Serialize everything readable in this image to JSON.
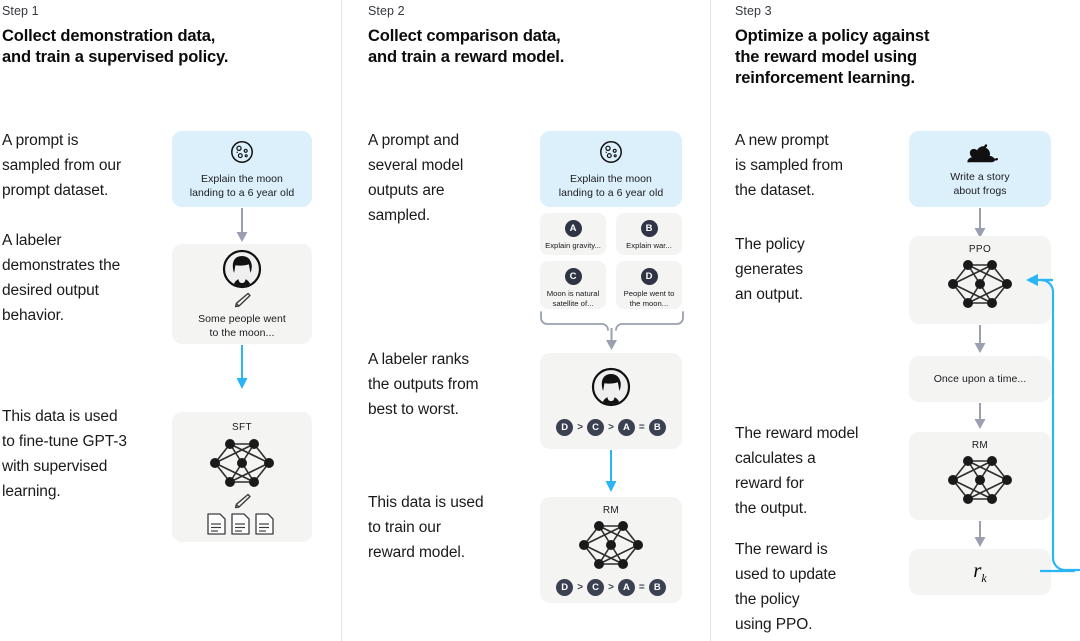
{
  "theme": {
    "prompt_box_color": "#dcf0fb",
    "grey_box_color": "#f4f4f2",
    "accent_blue": "#29b5f6",
    "arrow_grey": "#9aa0b0",
    "badge_dark": "#2f3545",
    "divider": "#e3e3e3"
  },
  "steps": [
    {
      "label": "Step 1",
      "title_line1": "Collect demonstration data,",
      "title_line2": "and train a supervised policy.",
      "paragraphs": [
        "A prompt is\nsampled from our\nprompt dataset.",
        "A labeler\ndemonstrates the\ndesired output\nbehavior.",
        "This data is used\nto fine-tune GPT-3\nwith supervised\nlearning."
      ],
      "prompt_card": {
        "icon": "moon-icon",
        "text_line1": "Explain the moon",
        "text_line2": "landing to a 6 year old"
      },
      "labeler_card": {
        "icon": "person-icon",
        "pencil": "pencil-icon",
        "text_line1": "Some people went",
        "text_line2": "to the moon..."
      },
      "model_card": {
        "label": "SFT",
        "network": "neural-network-icon",
        "pencil": "pencil-icon",
        "docs": "documents-icon"
      }
    },
    {
      "label": "Step 2",
      "title_line1": "Collect comparison data,",
      "title_line2": "and train a reward model.",
      "paragraphs": [
        "A prompt and\nseveral model\noutputs are\nsampled.",
        "A labeler ranks\nthe outputs from\nbest to worst.",
        "This data is used\nto train our\nreward model."
      ],
      "prompt_card": {
        "icon": "moon-icon",
        "text_line1": "Explain the moon",
        "text_line2": "landing to a 6 year old"
      },
      "outputs": [
        {
          "badge": "A",
          "text": "Explain gravity..."
        },
        {
          "badge": "B",
          "text": "Explain war..."
        },
        {
          "badge": "C",
          "text": "Moon is natural\nsatellite of..."
        },
        {
          "badge": "D",
          "text": "People went to\nthe moon..."
        }
      ],
      "ranking_card": {
        "icon": "person-icon",
        "ranking": [
          "D",
          ">",
          "C",
          ">",
          "A",
          "=",
          "B"
        ]
      },
      "reward_model_card": {
        "label": "RM",
        "network": "neural-network-icon",
        "ranking": [
          "D",
          ">",
          "C",
          ">",
          "A",
          "=",
          "B"
        ]
      }
    },
    {
      "label": "Step 3",
      "title_line1": "Optimize a policy against",
      "title_line2": "the reward model using",
      "title_line3": "reinforcement learning.",
      "paragraphs": [
        "A new prompt\nis sampled from\nthe dataset.",
        "The policy\ngenerates\nan output.",
        "The reward model\ncalculates a\nreward for\nthe output.",
        "The reward is\nused to update\nthe policy\nusing PPO."
      ],
      "prompt_card": {
        "icon": "frog-icon",
        "text_line1": "Write a story",
        "text_line2": "about frogs"
      },
      "policy_card": {
        "label": "PPO",
        "network": "neural-network-icon"
      },
      "output_card": {
        "text": "Once upon a time..."
      },
      "reward_model_card": {
        "label": "RM",
        "network": "neural-network-icon"
      },
      "reward_card": {
        "symbol": "r",
        "subscript": "k"
      }
    }
  ]
}
